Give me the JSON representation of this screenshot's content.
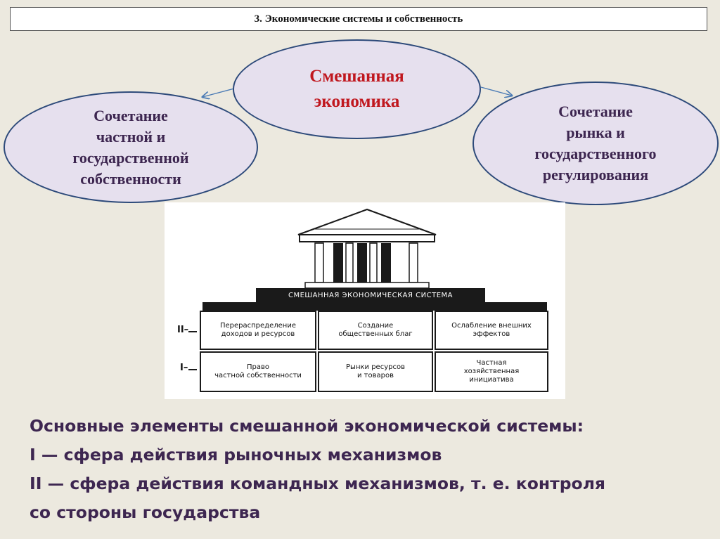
{
  "header": {
    "title": "3. Экономические системы и собственность"
  },
  "center_ellipse": {
    "lines": [
      "Смешанная",
      "экономика"
    ]
  },
  "left_ellipse": {
    "lines": [
      "Сочетание",
      "частной и",
      "государственной",
      "собственности"
    ]
  },
  "right_ellipse": {
    "lines": [
      "Сочетание",
      "рынка и",
      "государственного",
      "регулирования"
    ]
  },
  "building": {
    "band_label": "СМЕШАННАЯ ЭКОНОМИЧЕСКАЯ СИСТЕМА",
    "row_labels": {
      "upper": "II–",
      "lower": "I–"
    },
    "row_upper": [
      "Перераспределение\nдоходов и ресурсов",
      "Создание\nобщественных благ",
      "Ослабление внешних\nэффектов"
    ],
    "row_lower": [
      "Право\nчастной собственности",
      "Рынки ресурсов\nи товаров",
      "Частная\nхозяйственная\nинициатива"
    ]
  },
  "bottom": {
    "lines": [
      "Основные элементы смешанной экономической системы:",
      "I — сфера действия рыночных механизмов",
      "II — сфера действия командных механизмов, т. е. контроля",
      "со стороны государства"
    ]
  },
  "colors": {
    "title_red": "#c0171e",
    "text_purple": "#3d2650",
    "ellipse_fill": "#e6e0ee",
    "ellipse_border": "#2d4a7a"
  }
}
